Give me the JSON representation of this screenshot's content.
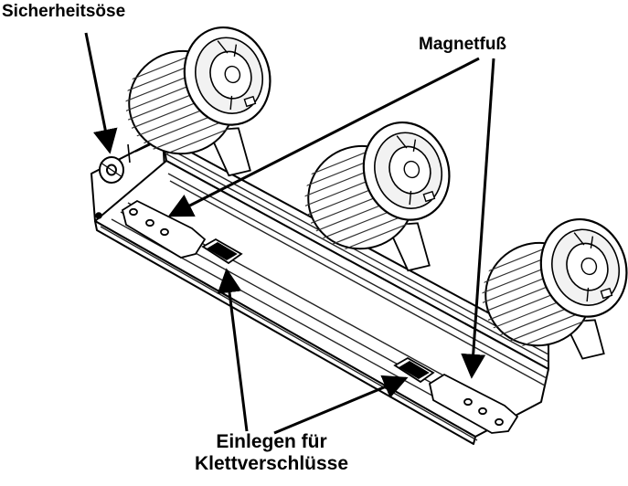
{
  "labels": {
    "safety_eyelet": "Sicherheitsöse",
    "magnetic_foot": "Magnetfuß",
    "velcro_line1": "Einlegen für",
    "velcro_line2": "Klettverschlüsse"
  },
  "colors": {
    "line": "#000000",
    "background": "#ffffff",
    "fins": "#3a3a3a",
    "fill_light": "#f2f2f2"
  },
  "icons": [
    "spotlight-head",
    "mounting-bar",
    "safety-eyelet",
    "magnetic-foot-pad",
    "velcro-slot",
    "arrow"
  ]
}
